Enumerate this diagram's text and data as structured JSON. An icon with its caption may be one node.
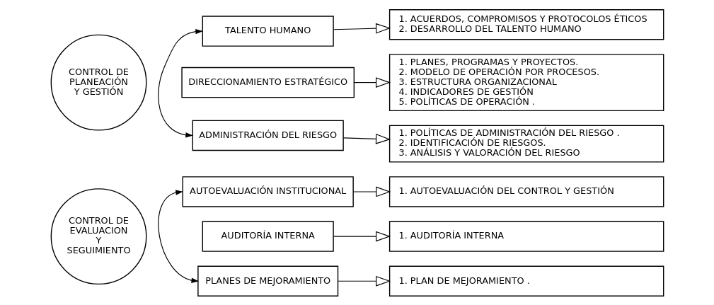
{
  "diagram": {
    "nodes": [
      {
        "text": [
          "CONTROL DE PLANEACIÓN Y GESTIÓN"
        ]
      },
      {
        "text": [
          "TALENTO HUMANO"
        ]
      },
      {
        "text": [
          "1. ACUERDOS, COMPROMISOS Y PROTOCOLOS ÉTICOS",
          "2. DESARROLLO DEL TALENTO HUMANO"
        ]
      },
      {
        "text": [
          "DIRECCIONAMIENTO ESTRATÉGICO"
        ]
      },
      {
        "text": [
          "1. PLANES, PROGRAMAS Y PROYECTOS.",
          "2. MODELO DE OPERACIÓN POR PROCESOS.",
          "3. ESTRUCTURA ORGANIZACIONAL",
          "4. INDICADORES DE GESTIÓN",
          "5. POLÍTICAS DE OPERACIÓN ."
        ]
      },
      {
        "text": [
          "ADMINISTRACIÓN DEL RIESGO"
        ]
      },
      {
        "text": [
          "1. POLÍTICAS DE ADMINISTRACIÓN DEL RIESGO .",
          "2. IDENTIFICACIÓN DE RIESGOS.",
          "3. ANÁLISIS Y VALORACIÓN DEL RIESGO"
        ]
      },
      {
        "text": [
          "CONTROL DE EVALUACION Y SEGUIMIENTO"
        ]
      },
      {
        "text": [
          "AUTOEVALUACIÓN INSTITUCIONAL"
        ]
      },
      {
        "text": [
          "1. AUTOEVALUACIÓN DEL CONTROL Y GESTIÓN"
        ]
      },
      {
        "text": [
          "AUDITORÍA INTERNA"
        ]
      },
      {
        "text": [
          "1. AUDITORÍA INTERNA"
        ]
      },
      {
        "text": [
          "PLANES DE MEJORAMIENTO"
        ]
      },
      {
        "text": [
          "1. PLAN DE MEJORAMIENTO ."
        ]
      }
    ],
    "edges": [
      {
        "from": 1,
        "to": 5,
        "arrow": "both"
      },
      {
        "from": 1,
        "to": 2,
        "arrow": "to"
      },
      {
        "from": 3,
        "to": 4,
        "arrow": "to"
      },
      {
        "from": 5,
        "to": 6,
        "arrow": "to"
      },
      {
        "from": 8,
        "to": 12,
        "arrow": "both"
      },
      {
        "from": 8,
        "to": 9,
        "arrow": "to"
      },
      {
        "from": 10,
        "to": 11,
        "arrow": "to"
      },
      {
        "from": 12,
        "to": 13,
        "arrow": "to"
      }
    ]
  }
}
